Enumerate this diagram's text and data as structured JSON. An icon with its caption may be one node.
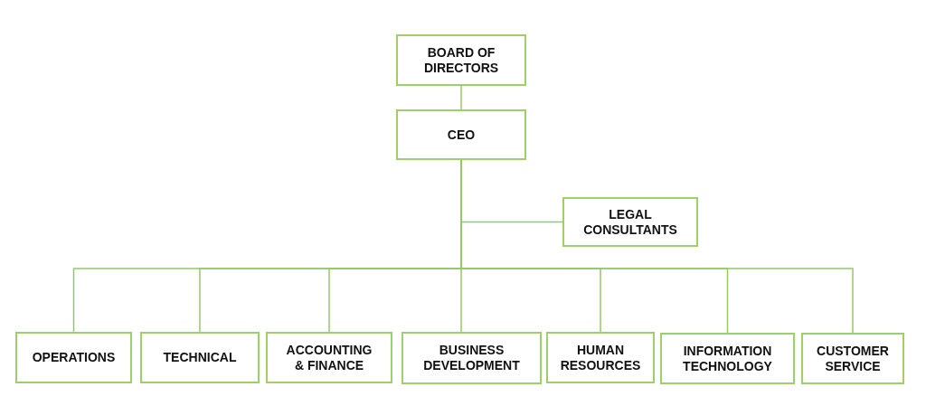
{
  "diagram": {
    "nodes": [
      {
        "text": [
          "BOARD OF DIRECTORS"
        ]
      },
      {
        "text": [
          "CEO"
        ]
      },
      {
        "text": [
          "LEGAL CONSULTANTS"
        ]
      },
      {
        "text": [
          "OPERATIONS"
        ]
      },
      {
        "text": [
          "TECHNICAL"
        ]
      },
      {
        "text": [
          "ACCOUNTING & FINANCE"
        ]
      },
      {
        "text": [
          "BUSINESS DEVELOPMENT"
        ]
      },
      {
        "text": [
          "HUMAN RESOURCES"
        ]
      },
      {
        "text": [
          "INFORMATION TECHNOLOGY"
        ]
      },
      {
        "text": [
          "CUSTOMER SERVICE"
        ]
      }
    ],
    "edges": [
      {
        "from": 0,
        "to": 1,
        "arrow": "none"
      },
      {
        "from": 1,
        "to": 2,
        "arrow": "none"
      },
      {
        "from": 1,
        "to": 3,
        "arrow": "none"
      },
      {
        "from": 1,
        "to": 4,
        "arrow": "none"
      },
      {
        "from": 1,
        "to": 5,
        "arrow": "none"
      },
      {
        "from": 1,
        "to": 6,
        "arrow": "none"
      },
      {
        "from": 1,
        "to": 7,
        "arrow": "none"
      },
      {
        "from": 1,
        "to": 8,
        "arrow": "none"
      },
      {
        "from": 1,
        "to": 9,
        "arrow": "none"
      }
    ]
  }
}
